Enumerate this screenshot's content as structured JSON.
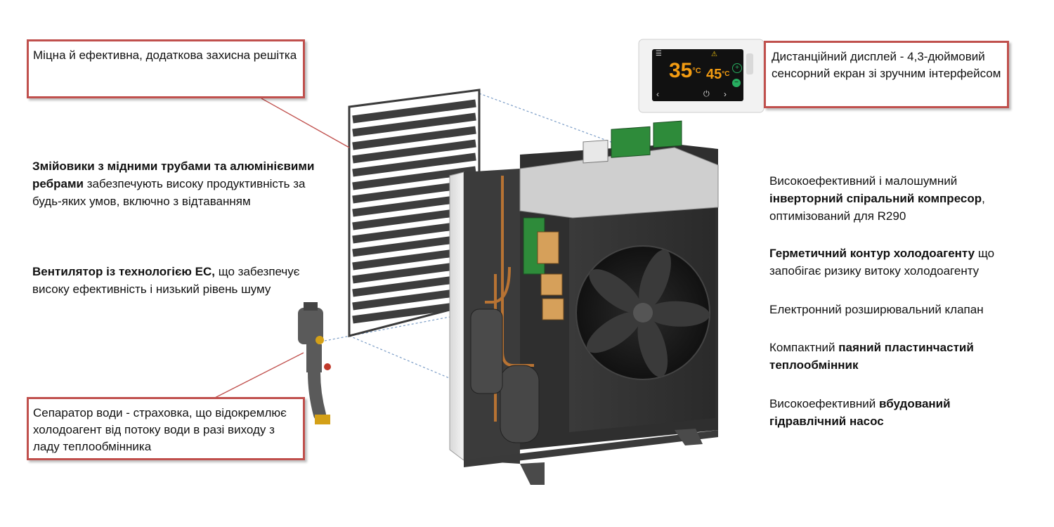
{
  "callouts": {
    "grille": "Міцна й ефективна, додаткова захисна решітка",
    "display": "Дистанційний дисплей - 4,3-дюймовий сенсорний екран зі зручним інтерфейсом",
    "separator": "Сепаратор води - страховка, що відокремлює холодоагент від потоку води в разі виходу з ладу теплообмінника"
  },
  "left_labels": {
    "coils_bold": "Змійовики з мідними трубами та алюмінієвими ребрами",
    "coils_rest": " забезпечують високу продуктивність за будь-яких умов, включно з відтаванням",
    "fan_bold": "Вентилятор із технологією ЕС,",
    "fan_rest": " що забезпечує високу ефективність і низький рівень шуму"
  },
  "right_labels": {
    "compressor_pre": "Високоефективний і малошумний ",
    "compressor_bold": "інверторний спіральний компресор",
    "compressor_post": ", оптимізований для R290",
    "circuit_bold": "Герметичний контур холодоагенту",
    "circuit_rest": " що запобігає ризику витоку холодоагенту",
    "valve": "Електронний розширювальний клапан",
    "hx_pre": "Компактний ",
    "hx_bold": "паяний пластинчастий теплообмінник",
    "pump_pre": "Високоефективний ",
    "pump_bold": "вбудований гідравлічний насос"
  },
  "display_screen": {
    "temp_left": "35",
    "temp_left_unit": "°C",
    "temp_right": "45",
    "temp_right_unit": "°C"
  },
  "colors": {
    "callout_border": "#c0504d",
    "temp_orange": "#f39c12",
    "leader_line": "#c0504d",
    "dotted_line": "#7a9cc6"
  }
}
